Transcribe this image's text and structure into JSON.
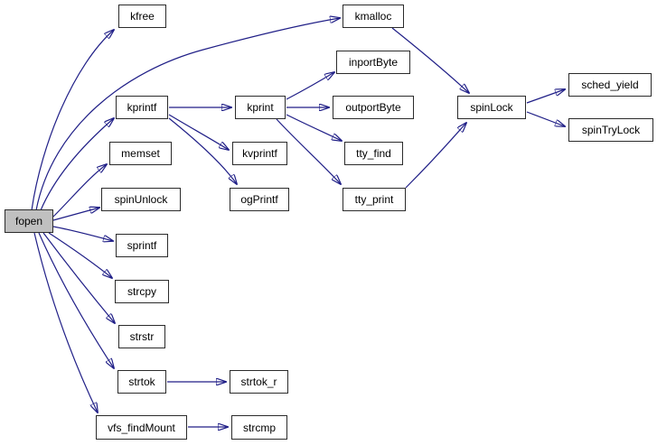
{
  "diagram": {
    "type": "call-graph",
    "root": "fopen",
    "colors": {
      "background": "#ffffff",
      "edge": "#201f87",
      "node_fill": "#ffffff",
      "node_border": "#2b2b2b",
      "highlight_fill": "#c0c0c0",
      "text": "#000000"
    },
    "nodes": {
      "fopen": {
        "label": "fopen",
        "highlighted": true
      },
      "kfree": {
        "label": "kfree"
      },
      "kmalloc": {
        "label": "kmalloc"
      },
      "kprintf": {
        "label": "kprintf"
      },
      "kprint": {
        "label": "kprint"
      },
      "inportByte": {
        "label": "inportByte"
      },
      "outportByte": {
        "label": "outportByte"
      },
      "tty_find": {
        "label": "tty_find"
      },
      "tty_print": {
        "label": "tty_print"
      },
      "kvprintf": {
        "label": "kvprintf"
      },
      "ogPrintf": {
        "label": "ogPrintf"
      },
      "memset": {
        "label": "memset"
      },
      "spinUnlock": {
        "label": "spinUnlock"
      },
      "sprintf": {
        "label": "sprintf"
      },
      "strcpy": {
        "label": "strcpy"
      },
      "strstr": {
        "label": "strstr"
      },
      "strtok": {
        "label": "strtok"
      },
      "strtok_r": {
        "label": "strtok_r"
      },
      "vfs_findMount": {
        "label": "vfs_findMount"
      },
      "strcmp": {
        "label": "strcmp"
      },
      "spinLock": {
        "label": "spinLock"
      },
      "sched_yield": {
        "label": "sched_yield"
      },
      "spinTryLock": {
        "label": "spinTryLock"
      }
    },
    "edges": [
      {
        "from": "fopen",
        "to": "kfree"
      },
      {
        "from": "fopen",
        "to": "kmalloc"
      },
      {
        "from": "fopen",
        "to": "kprintf"
      },
      {
        "from": "fopen",
        "to": "memset"
      },
      {
        "from": "fopen",
        "to": "spinUnlock"
      },
      {
        "from": "fopen",
        "to": "sprintf"
      },
      {
        "from": "fopen",
        "to": "strcpy"
      },
      {
        "from": "fopen",
        "to": "strstr"
      },
      {
        "from": "fopen",
        "to": "strtok"
      },
      {
        "from": "fopen",
        "to": "vfs_findMount"
      },
      {
        "from": "kprintf",
        "to": "kprint"
      },
      {
        "from": "kprintf",
        "to": "kvprintf"
      },
      {
        "from": "kprintf",
        "to": "ogPrintf"
      },
      {
        "from": "kprint",
        "to": "inportByte"
      },
      {
        "from": "kprint",
        "to": "outportByte"
      },
      {
        "from": "kprint",
        "to": "tty_find"
      },
      {
        "from": "kprint",
        "to": "tty_print"
      },
      {
        "from": "kmalloc",
        "to": "spinLock"
      },
      {
        "from": "tty_print",
        "to": "spinLock"
      },
      {
        "from": "spinLock",
        "to": "sched_yield"
      },
      {
        "from": "spinLock",
        "to": "spinTryLock"
      },
      {
        "from": "strtok",
        "to": "strtok_r"
      },
      {
        "from": "vfs_findMount",
        "to": "strcmp"
      }
    ]
  }
}
